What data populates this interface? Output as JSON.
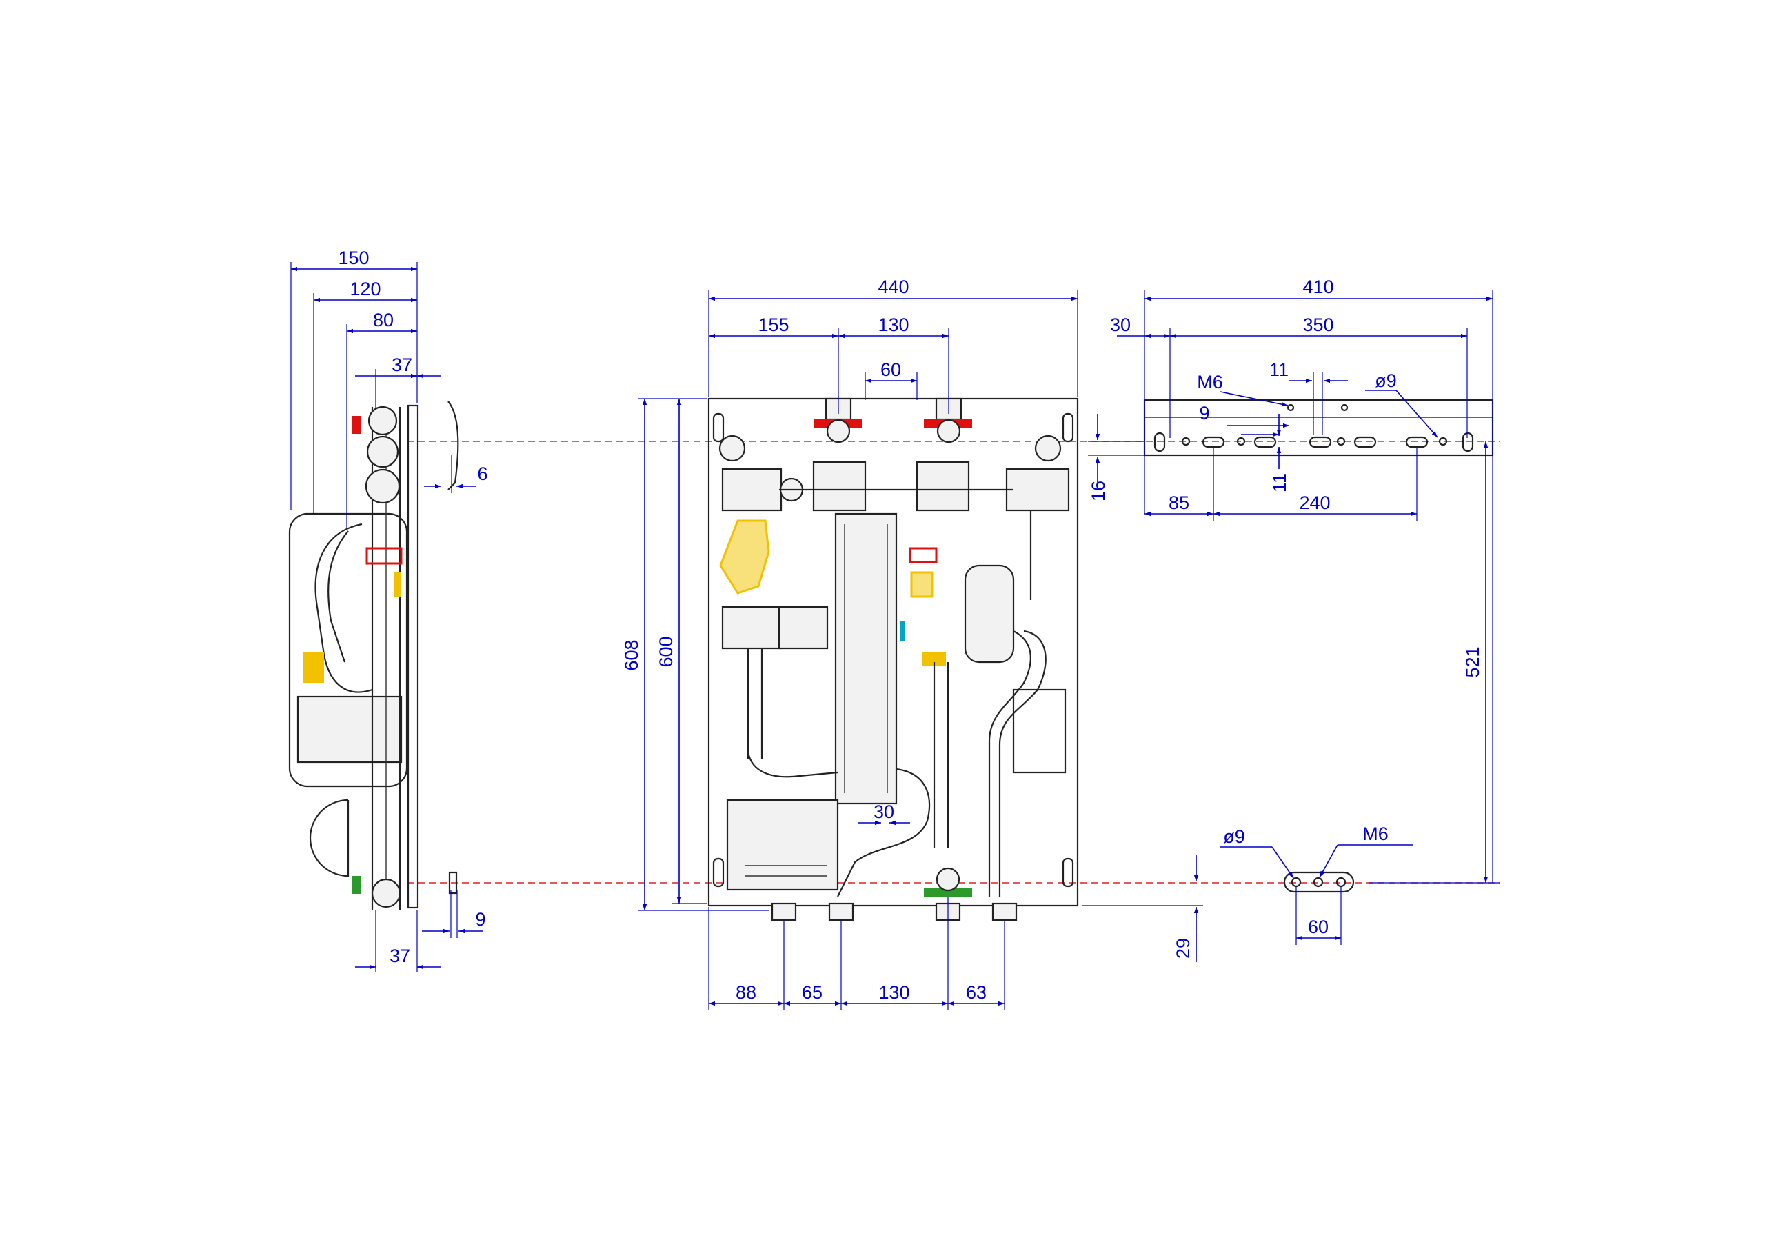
{
  "colors": {
    "dimension": "#0000cc",
    "centerline": "#e02020",
    "outline": "#222222",
    "valve_red": "#e01010",
    "valve_yellow": "#f2c200",
    "valve_green": "#2a9a2a",
    "valve_cyan": "#00a6c8"
  },
  "side_view": {
    "dims": {
      "d150": "150",
      "d120": "120",
      "d80": "80",
      "d37_top": "37",
      "d6": "6",
      "d9": "9",
      "d37_bottom": "37"
    }
  },
  "front_view": {
    "dims": {
      "d440": "440",
      "d155": "155",
      "d130_top": "130",
      "d60": "60",
      "d608": "608",
      "d600": "600",
      "d30": "30",
      "d88": "88",
      "d65": "65",
      "d130_bottom": "130",
      "d63": "63"
    }
  },
  "rail_view": {
    "dims": {
      "d410": "410",
      "d30": "30",
      "d350": "350",
      "m6": "M6",
      "d11_top": "11",
      "dia9": "ø9",
      "d9": "9",
      "d16": "16",
      "d11_side": "11",
      "d85": "85",
      "d240": "240",
      "d521": "521"
    }
  },
  "bracket_view": {
    "dims": {
      "dia9": "ø9",
      "m6": "M6",
      "d60": "60",
      "d29": "29"
    }
  }
}
